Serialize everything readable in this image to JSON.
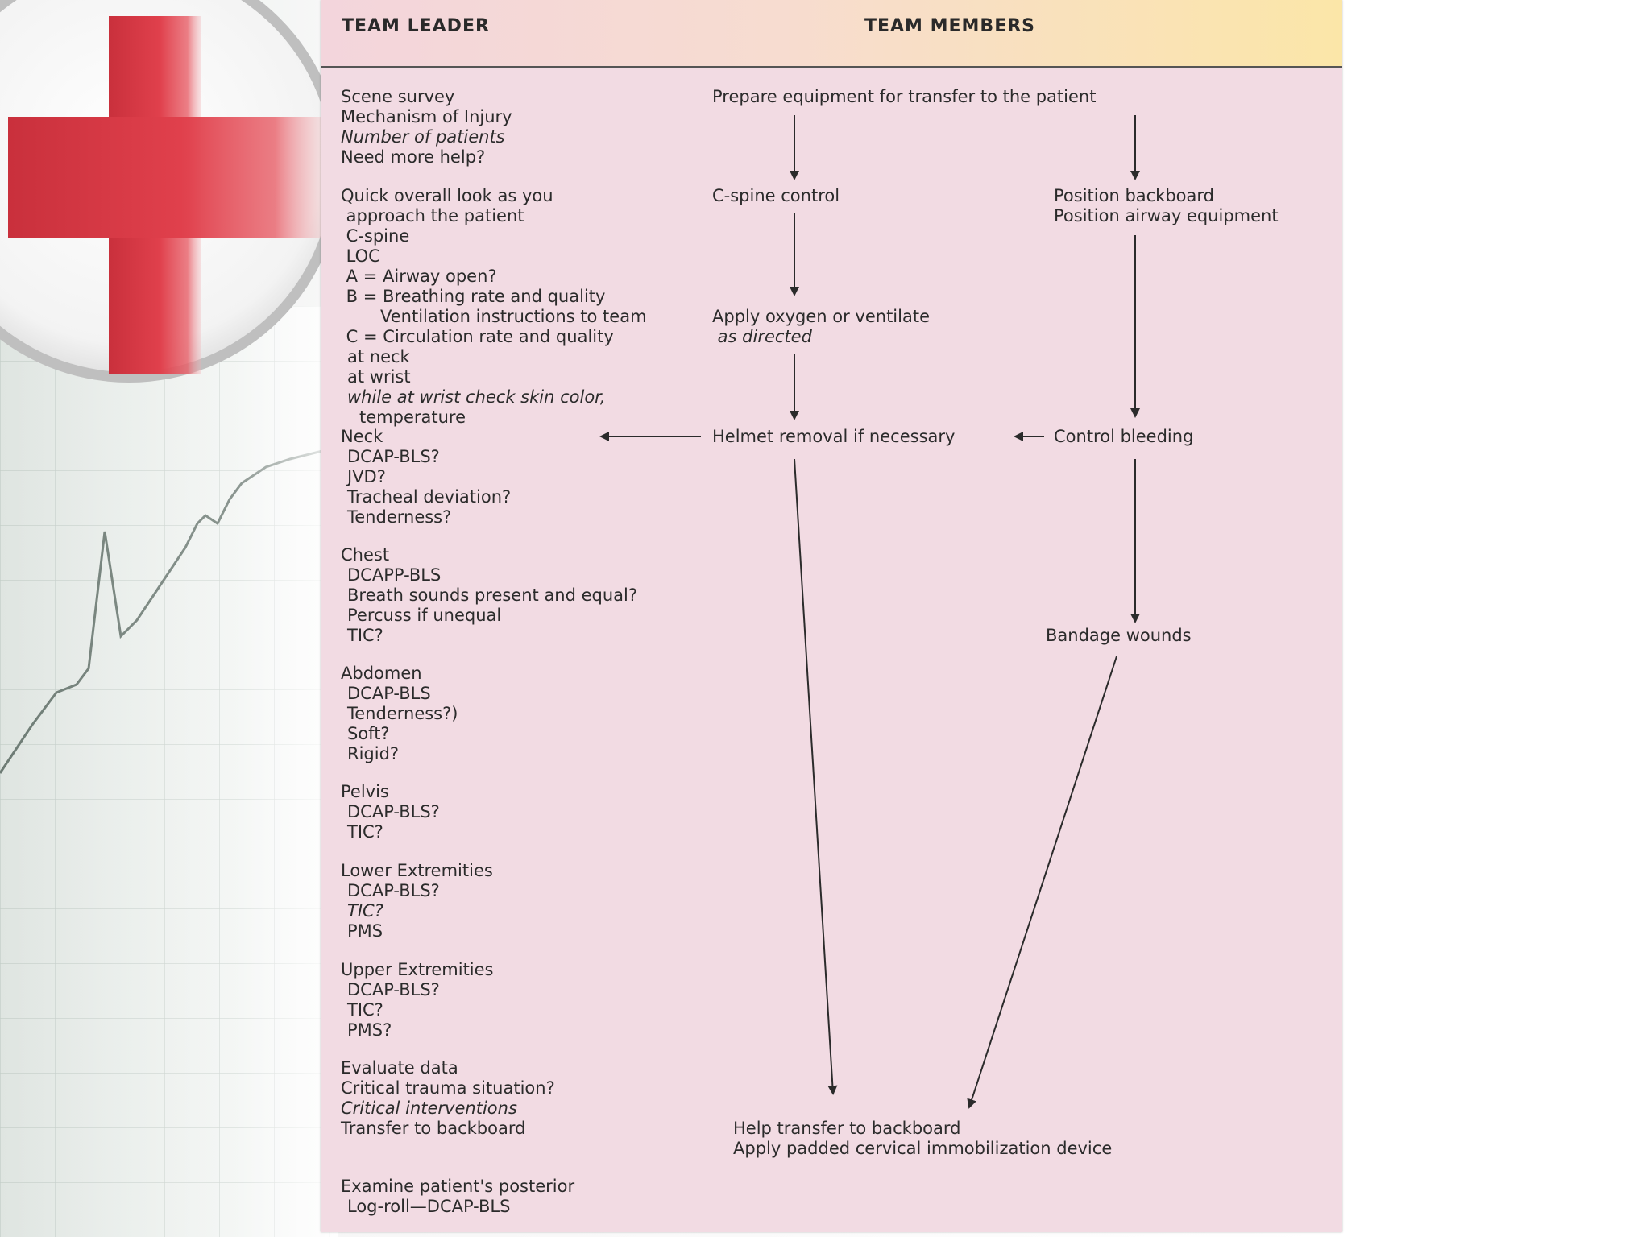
{
  "document": {
    "header": {
      "team_leader": "TEAM LEADER",
      "team_members": "TEAM MEMBERS"
    },
    "team_leader_steps": [
      "Scene survey",
      "Mechanism of Injury",
      "Number of patients",
      "Need more help?",
      "Quick overall look as you",
      " approach the patient",
      " C-spine",
      " LOC",
      " A = Airway open?",
      " B = Breathing rate and quality",
      "Ventilation instructions to team",
      " C = Circulation rate and quality",
      "at neck",
      "at wrist",
      "while at wrist check skin color,",
      "temperature",
      "Neck",
      "DCAP-BLS?",
      "JVD?",
      "Tracheal deviation?",
      "Tenderness?",
      "Chest",
      "DCAPP-BLS",
      "Breath sounds present and equal?",
      "Percuss if unequal",
      "TIC?",
      "Abdomen",
      "DCAP-BLS",
      "Tenderness?)",
      "Soft?",
      "Rigid?",
      "Pelvis",
      "DCAP-BLS?",
      "TIC?",
      "Lower Extremities",
      "DCAP-BLS?",
      "TIC?",
      "PMS",
      "Upper Extremities",
      "DCAP-BLS?",
      "TIC?",
      "PMS?",
      "Evaluate data",
      "Critical trauma situation?",
      "Critical interventions",
      "Transfer to backboard",
      "Examine patient's posterior",
      "Log-roll—DCAP-BLS"
    ],
    "team_member_steps": [
      "Prepare equipment for transfer to the patient",
      "C-spine control",
      "Position backboard",
      "Position airway equipment",
      "Apply oxygen or ventilate",
      " as directed",
      "Helmet removal if necessary",
      "Control bleeding",
      "Bandage wounds",
      "Help transfer to backboard",
      "Apply padded cervical immobilization device"
    ]
  }
}
